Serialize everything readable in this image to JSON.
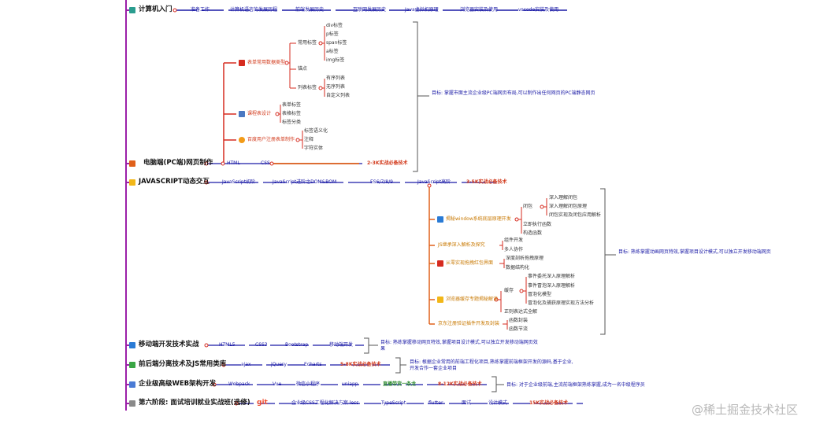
{
  "colors": {
    "trunk": "#9b1fa8",
    "red": "#d62b1f",
    "orange": "#f29b18",
    "teal": "#2a9d8f",
    "blue": "#1a1aa6"
  },
  "stage1": {
    "title": "计算机入门",
    "items": [
      "准备工作",
      "计算机语言的发展历程",
      "前端发展历史",
      "互联网发展历史",
      "Java虚拟机原理",
      "浏览器安装及使用",
      "vscode安装及使用"
    ]
  },
  "stage2": {
    "title": "电脑端(PC端)网页制作",
    "items": [
      "HTML",
      "CSS"
    ],
    "badge": "2-3K实战必备技术",
    "note": "目标: 掌握市面主流企业级PC端网页布局,可以制作出任何网页的PC端静态网页",
    "topics": [
      {
        "label": "表单常用数据类型",
        "icon": "form-icon"
      },
      {
        "label": "课程表设计",
        "icon": "table-icon"
      },
      {
        "label": "百度用户注册表单制作",
        "icon": "pin-icon"
      }
    ],
    "tag_groups": [
      {
        "label": "常用标签",
        "leaves": [
          "div标签",
          "p标签",
          "span标签",
          "a标签",
          "img标签"
        ]
      },
      {
        "label": "锚点",
        "leaves": []
      },
      {
        "label": "列表标签",
        "leaves": [
          "有序列表",
          "无序列表",
          "自定义列表"
        ]
      },
      {
        "label": "",
        "leaves": [
          "表单标签",
          "表格标签",
          "标签分类"
        ]
      },
      {
        "label": "",
        "leaves": [
          "标签语义化",
          "注释",
          "字符实体"
        ]
      }
    ]
  },
  "stage3": {
    "title": "JAVASCRIPT动态交互",
    "items": [
      "JavaScript初阶",
      "JavaScript进阶之DOM&BOM",
      "ES6/7/8/9",
      "JavaScript高阶"
    ],
    "badge": "3-5K实战必备技术",
    "note": "目标: 熟练掌握动画网页特效,掌握项目设计模式,可以独立开发移动端网页",
    "topics": [
      {
        "label": "揭秘window系统底层原理开发"
      },
      {
        "label": "JS继承深入解析及探究"
      },
      {
        "label": "从零实现拖拽红包界面"
      },
      {
        "label": "浏览器缓存专题揭秘解读"
      },
      {
        "label": "京东注册验证插件开发及封装"
      }
    ],
    "leaves": {
      "window": [
        "闭包",
        "深入理解闭包",
        "深入理解闭包原理",
        "闭包实现及闭包应用解析",
        "立即执行函数",
        "构造函数"
      ],
      "inherit": [
        "组件开发",
        "多人协作"
      ],
      "drag": [
        "深度剖析拖拽原理",
        "数据结构化"
      ],
      "cache": [
        "缓存",
        "事件委托深入原理解析",
        "事件冒泡深入原理解析",
        "冒泡化模型",
        "冒泡化及捕获原理实现方法分析",
        "正则表达式全解"
      ],
      "verify": [
        "函数封装",
        "函数节流"
      ]
    }
  },
  "stage4": {
    "title": "移动端开发技术实战",
    "items": [
      "HTML5",
      "CSS3",
      "Bootstrap",
      "移动端开发"
    ],
    "note": "目标: 熟练掌握移动网页特效,掌握项目设计模式,可以独立开发移动端网页效果"
  },
  "stage5": {
    "title": "前后端分离技术及JS常用类库",
    "items": [
      "ajax",
      "jQuery",
      "Echarts"
    ],
    "badge": "5-8K实战必备技术",
    "note": "目标: 根据企业常用的前端工程化项目,熟练掌握前端框架开发的源码,基于企业,开发合作一套企业项目"
  },
  "stage6": {
    "title": "企业级高级WEB架构开发",
    "items": [
      "Webpack",
      "Vue",
      "微信小程序",
      "uniapp",
      "直播带货一条龙"
    ],
    "badge": "8-12K实战必备技术",
    "note": "目标: 对于企业级前端,主流前端框架熟练掌握,成为一名中级程序员"
  },
  "stage7": {
    "title": "第六阶段: 面试培训就业实战班(选修)",
    "items": [
      "git",
      "企业级CSS工程化解决方案 less",
      "TypeScript",
      "flutter",
      "面试",
      "设计模式"
    ],
    "badge": "15K实战必备技术"
  },
  "watermark": "@稀土掘金技术社区"
}
